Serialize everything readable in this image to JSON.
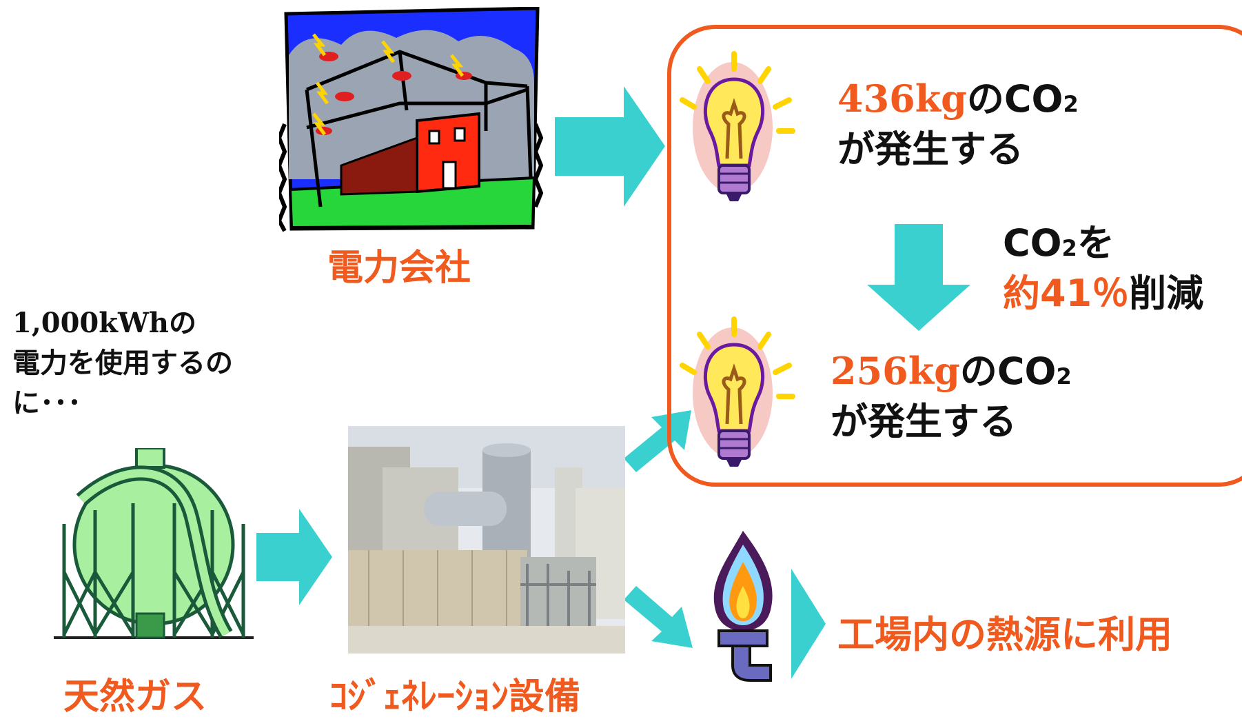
{
  "colors": {
    "accent_orange": "#f05a1e",
    "arrow_cyan": "#3ad0d0",
    "box_border": "#f05a1e"
  },
  "left_text": {
    "line1": "1,000kWhの",
    "line2": "電力を使用するの",
    "line3": "に･･･"
  },
  "labels": {
    "power_company": "電力会社",
    "natural_gas": "天然ガス",
    "cogeneration": "ｺｼﾞｪﾈﾚｰｼｮﾝ設備",
    "factory_heat": "工場内の熱源に利用"
  },
  "result_top": {
    "amount": "436kg",
    "mid": "のCO",
    "sub": "2",
    "line2": "が発生する"
  },
  "result_bottom": {
    "amount": "256kg",
    "mid": "のCO",
    "sub": "2",
    "line2": "が発生する"
  },
  "reduction": {
    "co": "CO",
    "sub": "2",
    "wo": "を",
    "percent": "約41％",
    "suffix": "削減"
  },
  "icons": [
    "power-plant-icon",
    "lightbulb-icon",
    "gas-tank-icon",
    "cogeneration-photo",
    "flame-burner-icon"
  ]
}
